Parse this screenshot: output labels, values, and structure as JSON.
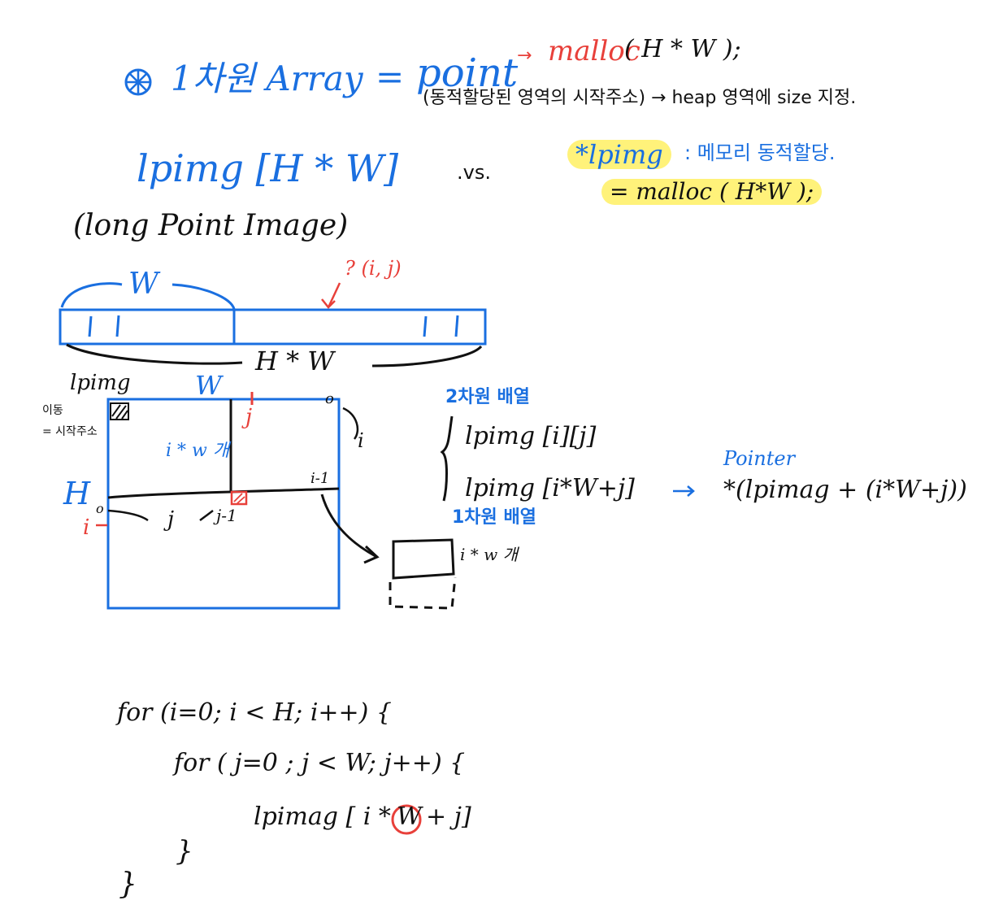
{
  "header": {
    "bullet_symbol": "⊛",
    "title": "1차원 Array",
    "equals": "=",
    "point": "point",
    "arrow": "→",
    "malloc": "malloc",
    "malloc_args": "( H * W );",
    "note": "(동적할당된 영역의 시작주소) → heap 영역에 size 지정."
  },
  "compare": {
    "left": "lpimg [H * W]",
    "vs": ".vs.",
    "right_ptr": "*lpimg",
    "right_note": ": 메모리 동적할당.",
    "right_malloc": "= malloc ( H*W );",
    "long_point": "(long Point Image)"
  },
  "strip": {
    "w_label": "W",
    "query": "? (i, j)",
    "hw_label": "H * W"
  },
  "grid": {
    "lpimg_label": "lpimg",
    "move_note_1": "이동",
    "move_note_2": "= 시작주소",
    "w_label": "W",
    "h_label": "H",
    "i_w_label": "i * w 개",
    "j_top": "j",
    "i_right": "i",
    "i_minus_1": "i-1",
    "zero_top": "o",
    "zero_left": "o",
    "i_left": "i",
    "j_bottom": "j",
    "j_minus_1": "j-1",
    "box_label": "i * w 개"
  },
  "right_notes": {
    "two_d_label": "2차원 배열",
    "two_d_expr": "lpimg [i][j]",
    "one_d_expr": "lpimg [i*W+j]",
    "one_d_label": "1차원 배열",
    "arrow": "→",
    "pointer_label": "Pointer",
    "pointer_expr": "*(lpimag + (i*W+j))"
  },
  "code": {
    "line1": "for (i=0; i < H; i++) {",
    "line2": "for ( j=0 ; j < W; j++) {",
    "line3_a": "lpimag [ i *",
    "line3_w": "W",
    "line3_b": " + j]",
    "line4": "}",
    "line5": "}"
  },
  "colors": {
    "blue": "#1a6fe0",
    "red": "#e8403a",
    "black": "#111111",
    "highlight": "#fff27a"
  }
}
